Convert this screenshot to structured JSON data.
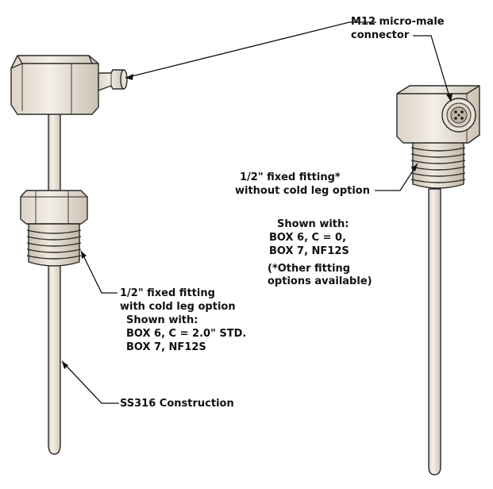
{
  "labels": {
    "connector_line1": "M12 micro-male",
    "connector_line2": "connector",
    "fitting_right_line1": "1/2\" fixed fitting*",
    "fitting_right_line2": "without cold leg option",
    "shown_right_1": "Shown with:",
    "shown_right_2": "BOX 6, C = 0,",
    "shown_right_3": "BOX 7, NF12S",
    "note_line1": "(*Other fitting",
    "note_line2": "options available)",
    "fitting_left_line1": "1/2\" fixed fitting",
    "fitting_left_line2": "with cold leg option",
    "shown_left_1": "Shown with:",
    "shown_left_2": "BOX 6, C = 2.0\" STD.",
    "shown_left_3": "BOX 7, NF12S",
    "construction": "SS316 Construction"
  },
  "colors": {
    "part_fill": "#ebe4da",
    "part_shadow": "#c9bfb1",
    "part_light": "#f8f4ee",
    "outline": "#2a2a2a",
    "text": "#111111"
  }
}
